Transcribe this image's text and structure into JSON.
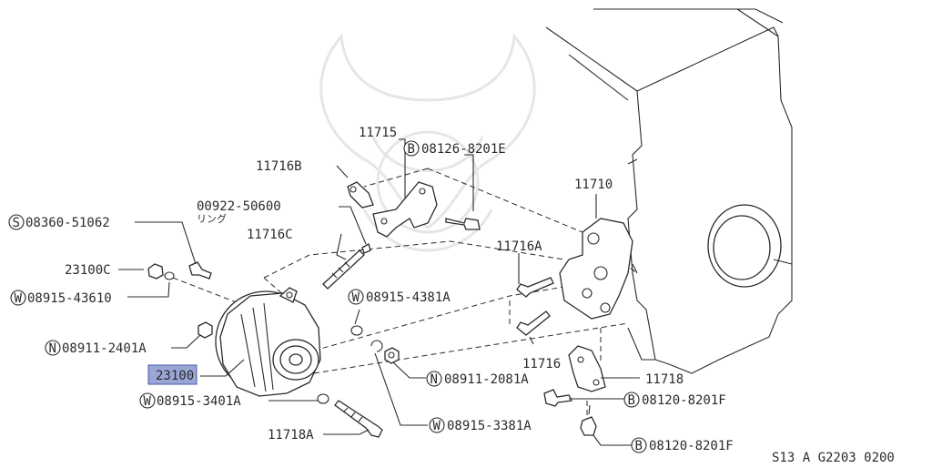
{
  "diagram": {
    "footer_code": "S13 A G2203 0200",
    "highlight_color": "#9aa6d6",
    "labels": {
      "p11715": "11715",
      "p08126_8201E": "08126-8201E",
      "p08126_prefix": "B",
      "p11716B": "11716B",
      "p00922_50600": "00922-50600",
      "ring_text": "リング",
      "p11710": "11710",
      "p08360_51062": "08360-51062",
      "p08360_prefix": "S",
      "p11716C": "11716C",
      "p11716A": "11716A",
      "p23100C": "23100C",
      "p08915_43610": "08915-43610",
      "p08915_43610_prefix": "W",
      "p08915_4381A": "08915-4381A",
      "p08915_4381A_prefix": "W",
      "p08911_2401A": "08911-2401A",
      "p08911_2401A_prefix": "N",
      "p11716": "11716",
      "p23100": "23100",
      "p08911_2081A": "08911-2081A",
      "p08911_2081A_prefix": "N",
      "p11718": "11718",
      "p08915_3401A": "08915-3401A",
      "p08915_3401A_prefix": "W",
      "p08120_8201F_a": "08120-8201F",
      "p08120_a_prefix": "B",
      "p11718A": "11718A",
      "p08915_3381A": "08915-3381A",
      "p08915_3381A_prefix": "W",
      "p08120_8201F_b": "08120-8201F",
      "p08120_b_prefix": "B"
    }
  }
}
